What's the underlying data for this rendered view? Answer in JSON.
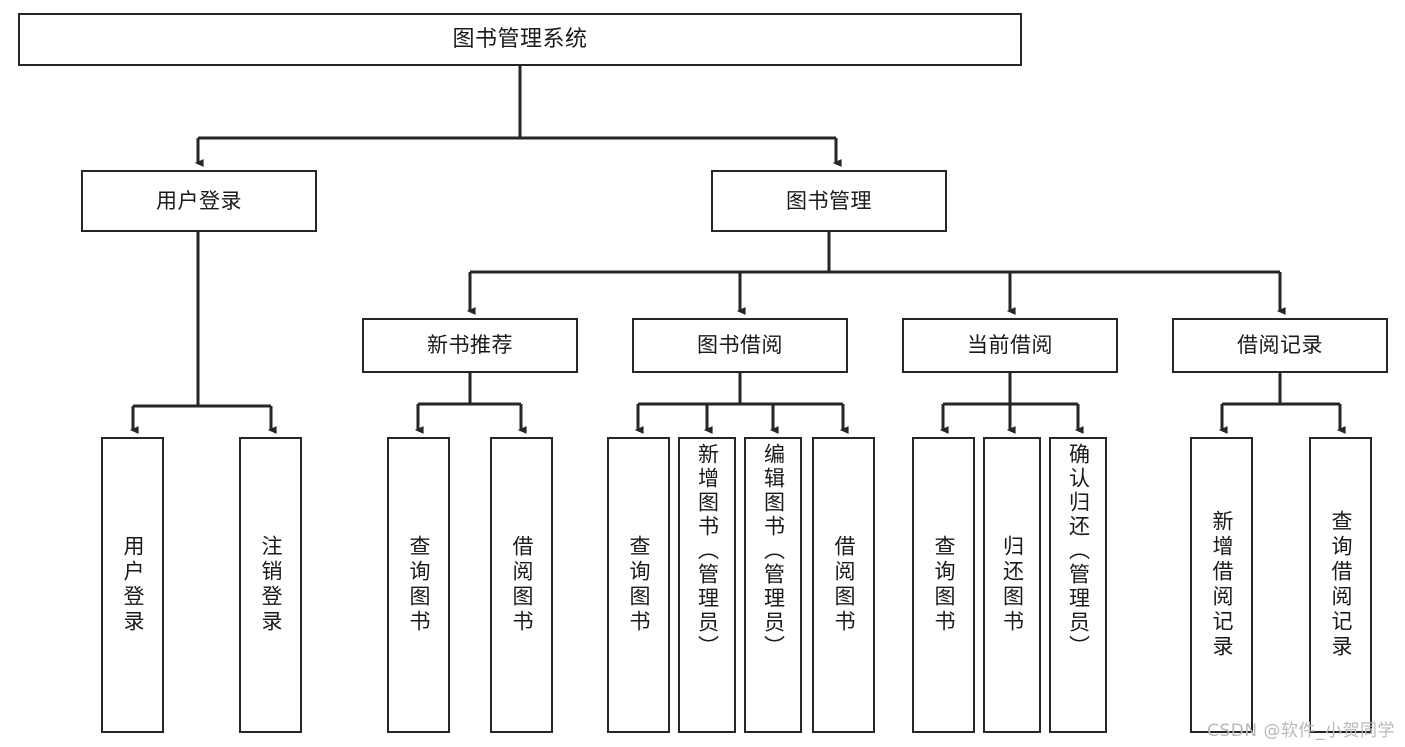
{
  "diagram": {
    "title": "图书管理系统",
    "type": "tree-hierarchy-chart",
    "watermark": "CSDN @软件_小贺同学",
    "colors": {
      "stroke": "#262626",
      "node_fill": "#ffffff",
      "text": "#1a1a1a",
      "background": "#ffffff",
      "watermark": "#b9b9b9"
    },
    "root": {
      "label": "图书管理系统"
    },
    "level1": [
      {
        "label": "用户登录"
      },
      {
        "label": "图书管理"
      }
    ],
    "level2": [
      {
        "label": "新书推荐"
      },
      {
        "label": "图书借阅"
      },
      {
        "label": "当前借阅"
      },
      {
        "label": "借阅记录"
      }
    ],
    "leaves": {
      "user_login": [
        {
          "label": "用户登录"
        },
        {
          "label": "注销登录"
        }
      ],
      "new_book_recommend": [
        {
          "label": "查询图书"
        },
        {
          "label": "借阅图书"
        }
      ],
      "book_borrow": [
        {
          "label": "查询图书"
        },
        {
          "label": "新增图书（管理员）"
        },
        {
          "label": "编辑图书（管理员）"
        },
        {
          "label": "借阅图书"
        }
      ],
      "current_borrow": [
        {
          "label": "查询图书"
        },
        {
          "label": "归还图书"
        },
        {
          "label": "确认归还（管理员）"
        }
      ],
      "borrow_record": [
        {
          "label": "新增借阅记录"
        },
        {
          "label": "查询借阅记录"
        }
      ]
    }
  },
  "chart_data": {
    "type": "table",
    "title": "图书管理系统 功能结构树",
    "nodes": [
      {
        "id": "root",
        "label": "图书管理系统",
        "level": 0,
        "parent": null
      },
      {
        "id": "n1",
        "label": "用户登录",
        "level": 1,
        "parent": "root"
      },
      {
        "id": "n2",
        "label": "图书管理",
        "level": 1,
        "parent": "root"
      },
      {
        "id": "n1a",
        "label": "用户登录",
        "level": 2,
        "parent": "n1"
      },
      {
        "id": "n1b",
        "label": "注销登录",
        "level": 2,
        "parent": "n1"
      },
      {
        "id": "n2a",
        "label": "新书推荐",
        "level": 2,
        "parent": "n2"
      },
      {
        "id": "n2b",
        "label": "图书借阅",
        "level": 2,
        "parent": "n2"
      },
      {
        "id": "n2c",
        "label": "当前借阅",
        "level": 2,
        "parent": "n2"
      },
      {
        "id": "n2d",
        "label": "借阅记录",
        "level": 2,
        "parent": "n2"
      },
      {
        "id": "n2a1",
        "label": "查询图书",
        "level": 3,
        "parent": "n2a"
      },
      {
        "id": "n2a2",
        "label": "借阅图书",
        "level": 3,
        "parent": "n2a"
      },
      {
        "id": "n2b1",
        "label": "查询图书",
        "level": 3,
        "parent": "n2b"
      },
      {
        "id": "n2b2",
        "label": "新增图书（管理员）",
        "level": 3,
        "parent": "n2b"
      },
      {
        "id": "n2b3",
        "label": "编辑图书（管理员）",
        "level": 3,
        "parent": "n2b"
      },
      {
        "id": "n2b4",
        "label": "借阅图书",
        "level": 3,
        "parent": "n2b"
      },
      {
        "id": "n2c1",
        "label": "查询图书",
        "level": 3,
        "parent": "n2c"
      },
      {
        "id": "n2c2",
        "label": "归还图书",
        "level": 3,
        "parent": "n2c"
      },
      {
        "id": "n2c3",
        "label": "确认归还（管理员）",
        "level": 3,
        "parent": "n2c"
      },
      {
        "id": "n2d1",
        "label": "新增借阅记录",
        "level": 3,
        "parent": "n2d"
      },
      {
        "id": "n2d2",
        "label": "查询借阅记录",
        "level": 3,
        "parent": "n2d"
      }
    ]
  }
}
